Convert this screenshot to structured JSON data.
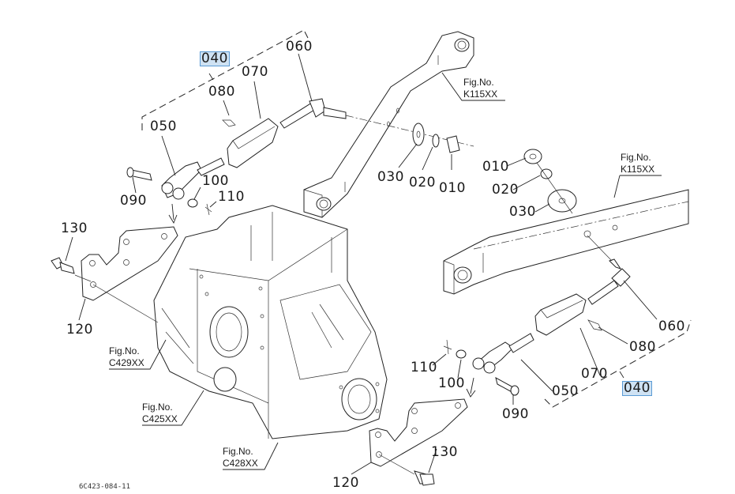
{
  "diagram": {
    "type": "exploded-parts-diagram",
    "drawing_code": "6C423-084-11",
    "highlight_color": "#cfe2f3",
    "left_assembly": {
      "group_label": "040",
      "parts": {
        "p010": "010",
        "p020": "020",
        "p030": "030",
        "p050": "050",
        "p060": "060",
        "p070": "070",
        "p080": "080",
        "p090": "090",
        "p100": "100",
        "p110": "110",
        "p120": "120",
        "p130": "130"
      }
    },
    "right_assembly": {
      "group_label": "040",
      "parts": {
        "p010": "010",
        "p020": "020",
        "p030": "030",
        "p050": "050",
        "p060": "060",
        "p070": "070",
        "p080": "080",
        "p090": "090",
        "p100": "100",
        "p110": "110",
        "p120": "120",
        "p130": "130"
      }
    },
    "figure_refs": [
      {
        "title": "Fig.No.",
        "code": "K115XX"
      },
      {
        "title": "Fig.No.",
        "code": "K115XX"
      },
      {
        "title": "Fig.No.",
        "code": "C429XX"
      },
      {
        "title": "Fig.No.",
        "code": "C425XX"
      },
      {
        "title": "Fig.No.",
        "code": "C428XX"
      }
    ]
  }
}
